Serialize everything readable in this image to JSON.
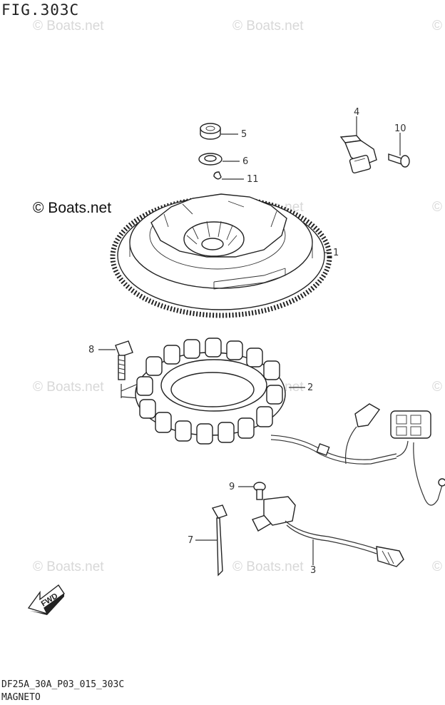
{
  "figure": {
    "title": "FIG.303C",
    "code": "DF25A_30A_P03_015_303C",
    "section": "MAGNETO",
    "fwd_label": "FWD"
  },
  "watermark": {
    "main": "© Boats.net",
    "faint": "© Boats.net",
    "edge": "©"
  },
  "parts": [
    {
      "id": "p1",
      "number": "1"
    },
    {
      "id": "p2",
      "number": "2"
    },
    {
      "id": "p3",
      "number": "3"
    },
    {
      "id": "p4",
      "number": "4"
    },
    {
      "id": "p5",
      "number": "5"
    },
    {
      "id": "p6",
      "number": "6"
    },
    {
      "id": "p7",
      "number": "7"
    },
    {
      "id": "p8",
      "number": "8"
    },
    {
      "id": "p9",
      "number": "9"
    },
    {
      "id": "p10",
      "number": "10"
    },
    {
      "id": "p11",
      "number": "11"
    }
  ]
}
